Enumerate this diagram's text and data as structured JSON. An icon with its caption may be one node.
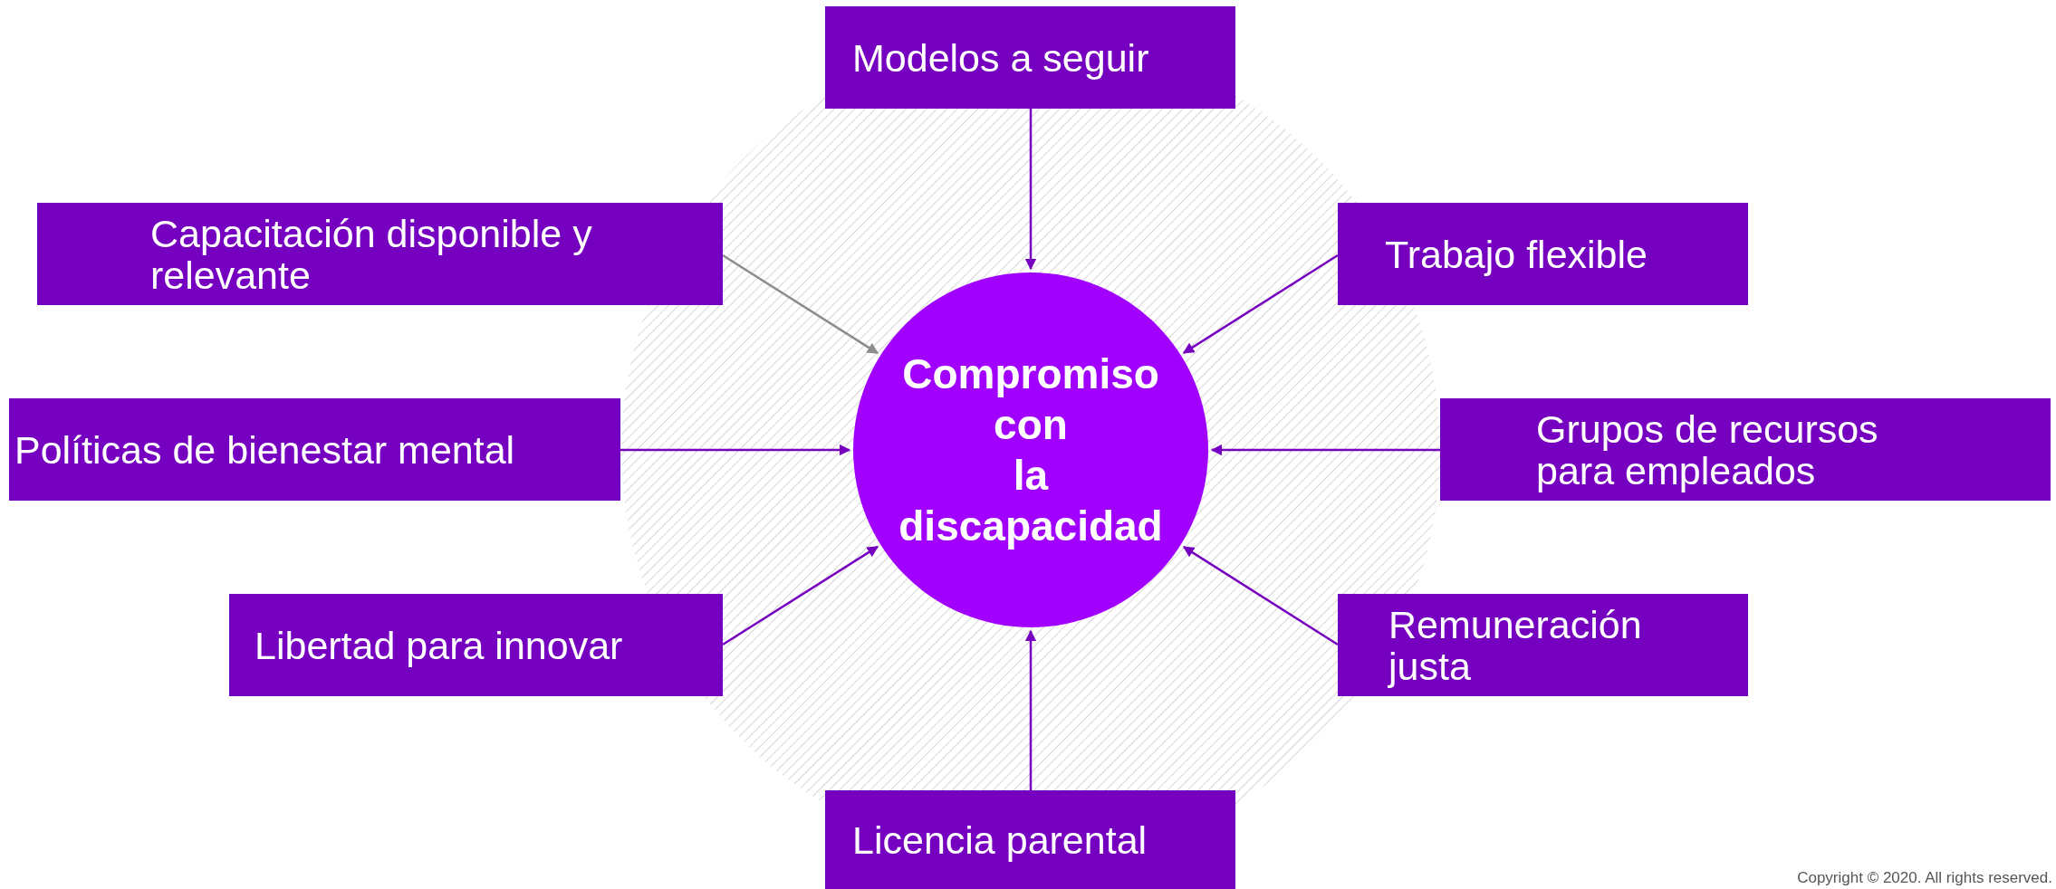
{
  "diagram": {
    "nodes": [
      {
        "text": [
          "Modelos a seguir"
        ]
      },
      {
        "text": [
          "Capacitación disponible y relevante"
        ]
      },
      {
        "text": [
          "Trabajo flexible"
        ]
      },
      {
        "text": [
          "Políticas de bienestar mental"
        ]
      },
      {
        "text": [
          "Compromiso con la discapacidad"
        ]
      },
      {
        "text": [
          "Grupos de recursos para empleados"
        ]
      },
      {
        "text": [
          "Libertad para innovar"
        ]
      },
      {
        "text": [
          "Remuneración justa"
        ]
      },
      {
        "text": [
          "Licencia parental"
        ]
      }
    ],
    "edges": [
      {
        "from": 0,
        "to": 4,
        "arrow": "to"
      },
      {
        "from": 1,
        "to": 4,
        "arrow": "to",
        "color": "#8c8c8c"
      },
      {
        "from": 2,
        "to": 4,
        "arrow": "to"
      },
      {
        "from": 3,
        "to": 4,
        "arrow": "to"
      },
      {
        "from": 5,
        "to": 4,
        "arrow": "to"
      },
      {
        "from": 6,
        "to": 4,
        "arrow": "to"
      },
      {
        "from": 7,
        "to": 4,
        "arrow": "to"
      },
      {
        "from": 8,
        "to": 4,
        "arrow": "to"
      }
    ],
    "labels": [
      "Copyright © 2020. All rights reserved."
    ]
  }
}
